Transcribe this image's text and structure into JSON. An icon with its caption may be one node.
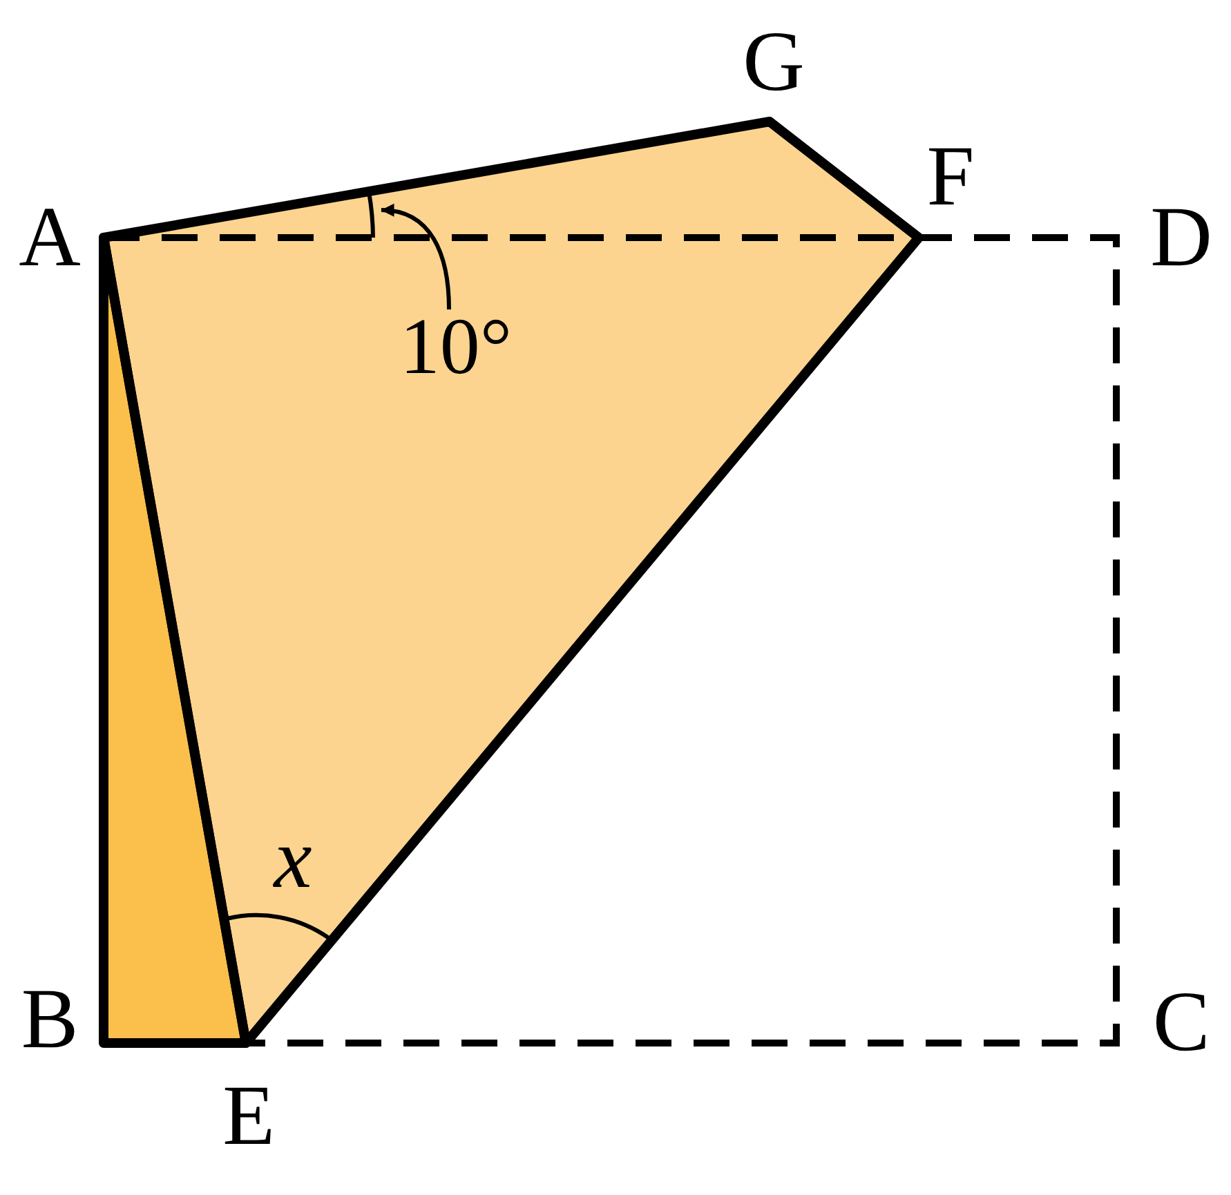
{
  "diagram": {
    "nodes": [
      {
        "text": [
          "10°"
        ]
      },
      {
        "text": [],
        "shape": "arc"
      }
    ],
    "edges": [
      {
        "from": 0,
        "to": 1,
        "arrow": "to"
      }
    ],
    "labels": [
      "G",
      "A",
      "F",
      "D",
      "x",
      "B",
      "E",
      "C"
    ]
  }
}
